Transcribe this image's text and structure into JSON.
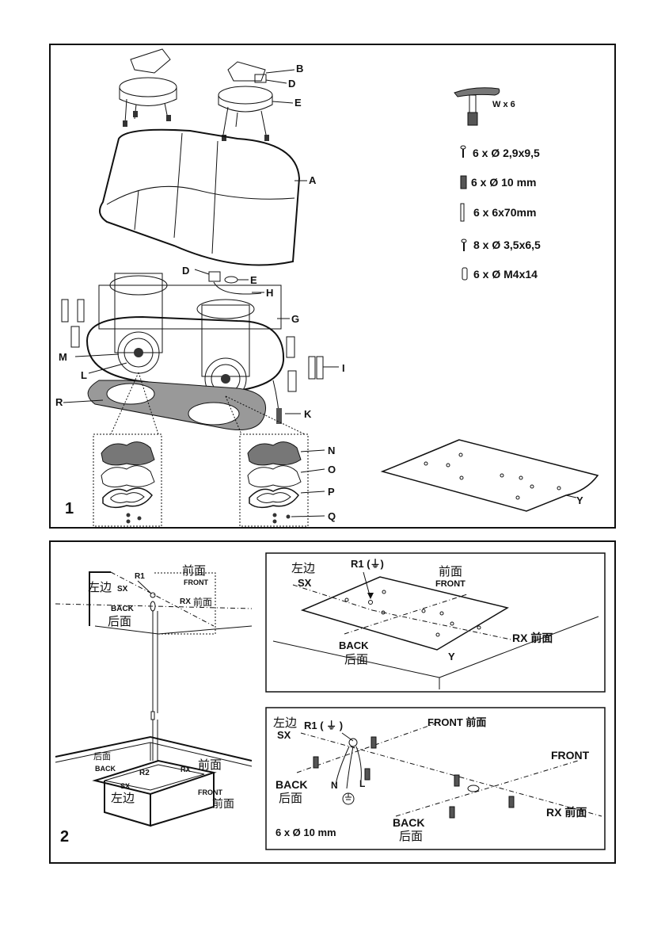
{
  "figure1": {
    "number": "1",
    "callouts": {
      "A": "A",
      "B": "B",
      "D": "D",
      "E": "E",
      "G": "G",
      "H": "H",
      "I": "I",
      "K": "K",
      "L": "L",
      "M": "M",
      "N": "N",
      "O": "O",
      "P": "P",
      "Q": "Q",
      "R": "R",
      "Y": "Y"
    },
    "hardware": {
      "key": "W x 6",
      "screw1": "6 x Ø 2,9x9,5",
      "plug": "6 x Ø 10 mm",
      "rod": "6 x 6x70mm",
      "screw2": "8 x Ø 3,5x6,5",
      "bolt": "6 x Ø M4x14"
    }
  },
  "figure2": {
    "number": "2",
    "left": {
      "r1": "R1",
      "front_cn": "前面",
      "front": "FRONT",
      "sx_cn": "左边",
      "sx": "SX",
      "rx": "RX",
      "rx_cn": "前面",
      "back": "BACK",
      "back_cn": "后面",
      "r2": "R2",
      "back2": "BACK",
      "back2_cn": "后面",
      "rx2": "RX",
      "rx2_cn": "前面",
      "sx2": "SX",
      "sx2_cn": "左边",
      "front2": "FRONT",
      "front2_cn": "前面"
    },
    "top_right": {
      "sx_cn": "左边",
      "sx": "SX",
      "r1": "R1 (⏚)",
      "front_cn": "前面",
      "front": "FRONT",
      "back": "BACK",
      "back_cn": "后面",
      "rx": "RX 前面",
      "y": "Y"
    },
    "bottom_right": {
      "sx_cn": "左边",
      "sx": "SX",
      "r1": "R1 ( ⏚ )",
      "front1": "FRONT 前面",
      "front2": "FRONT",
      "back1": "BACK",
      "back1_cn": "后面",
      "n": "N",
      "l": "L",
      "back2": "BACK",
      "back2_cn": "后面",
      "rx": "RX 前面",
      "plug": "6 x Ø 10 mm"
    }
  }
}
